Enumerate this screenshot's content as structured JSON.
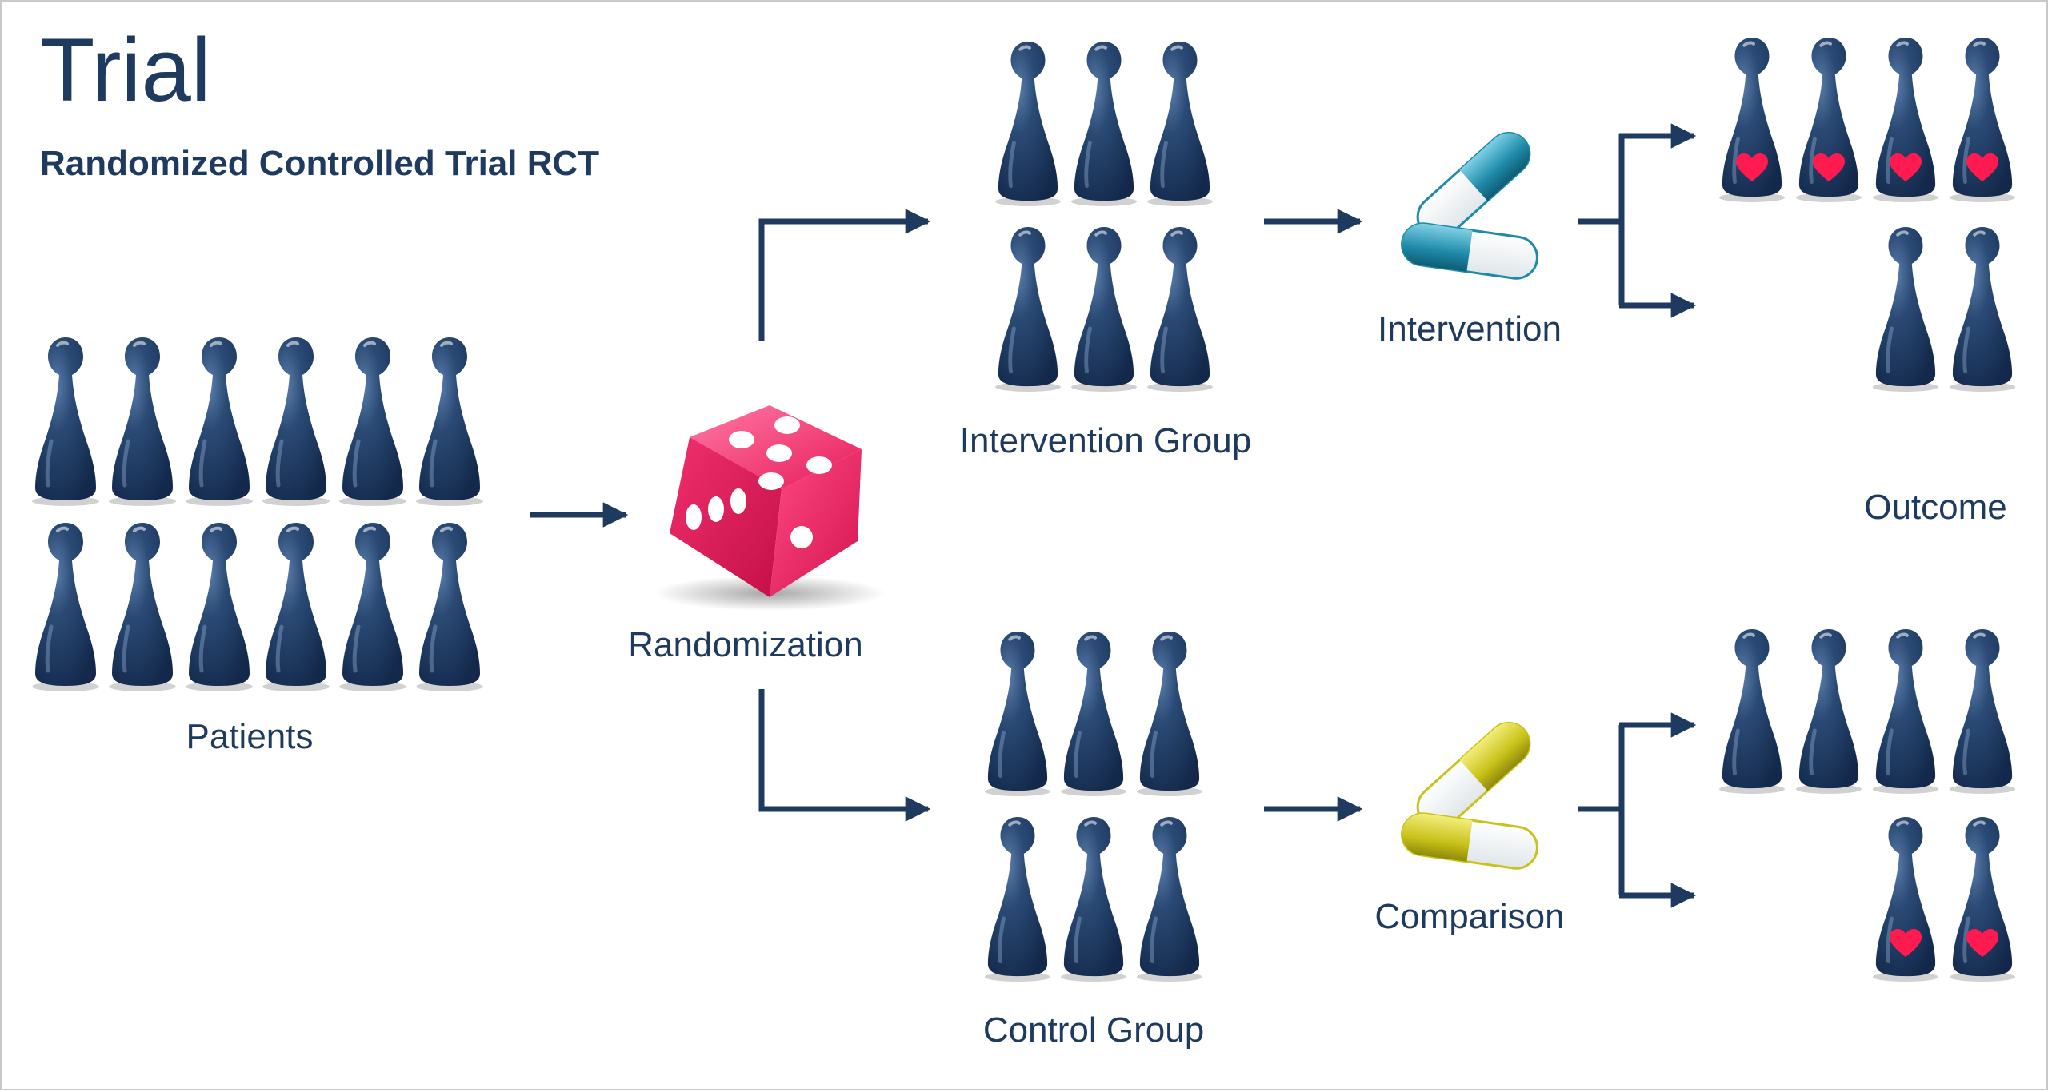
{
  "title": "Trial",
  "subtitle": "Randomized Controlled Trial RCT",
  "labels": {
    "patients": "Patients",
    "randomization": "Randomization",
    "intervention_group": "Intervention Group",
    "control_group": "Control Group",
    "intervention": "Intervention",
    "comparison": "Comparison",
    "outcome": "Outcome"
  },
  "colors": {
    "pawn": "#1f3a5f",
    "arrow": "#1f3a5f",
    "heart": "#ff1a4f",
    "die": "#e8195a",
    "pill_intervention": "#1e8aa8",
    "pill_comparison": "#c9c21a"
  },
  "icons": {
    "pawn": "pawn-icon",
    "die": "dice-icon",
    "pill": "capsule-icon",
    "heart": "heart-icon"
  }
}
